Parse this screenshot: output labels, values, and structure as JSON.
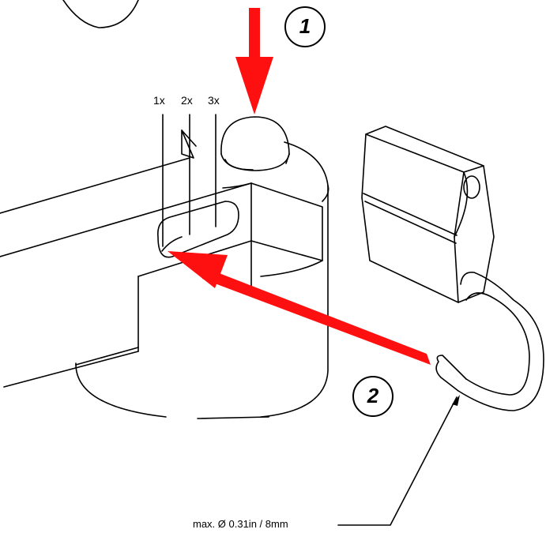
{
  "diagram": {
    "positions": [
      {
        "label": "1x"
      },
      {
        "label": "2x"
      },
      {
        "label": "3x"
      }
    ],
    "steps": [
      {
        "number": "1",
        "arrow_direction": "down"
      },
      {
        "number": "2",
        "arrow_direction": "up-left"
      }
    ],
    "dimension_note": "max. Ø 0.31in / 8mm",
    "colors": {
      "arrow": "#ff1010",
      "line": "#000000",
      "background": "#ffffff"
    }
  }
}
